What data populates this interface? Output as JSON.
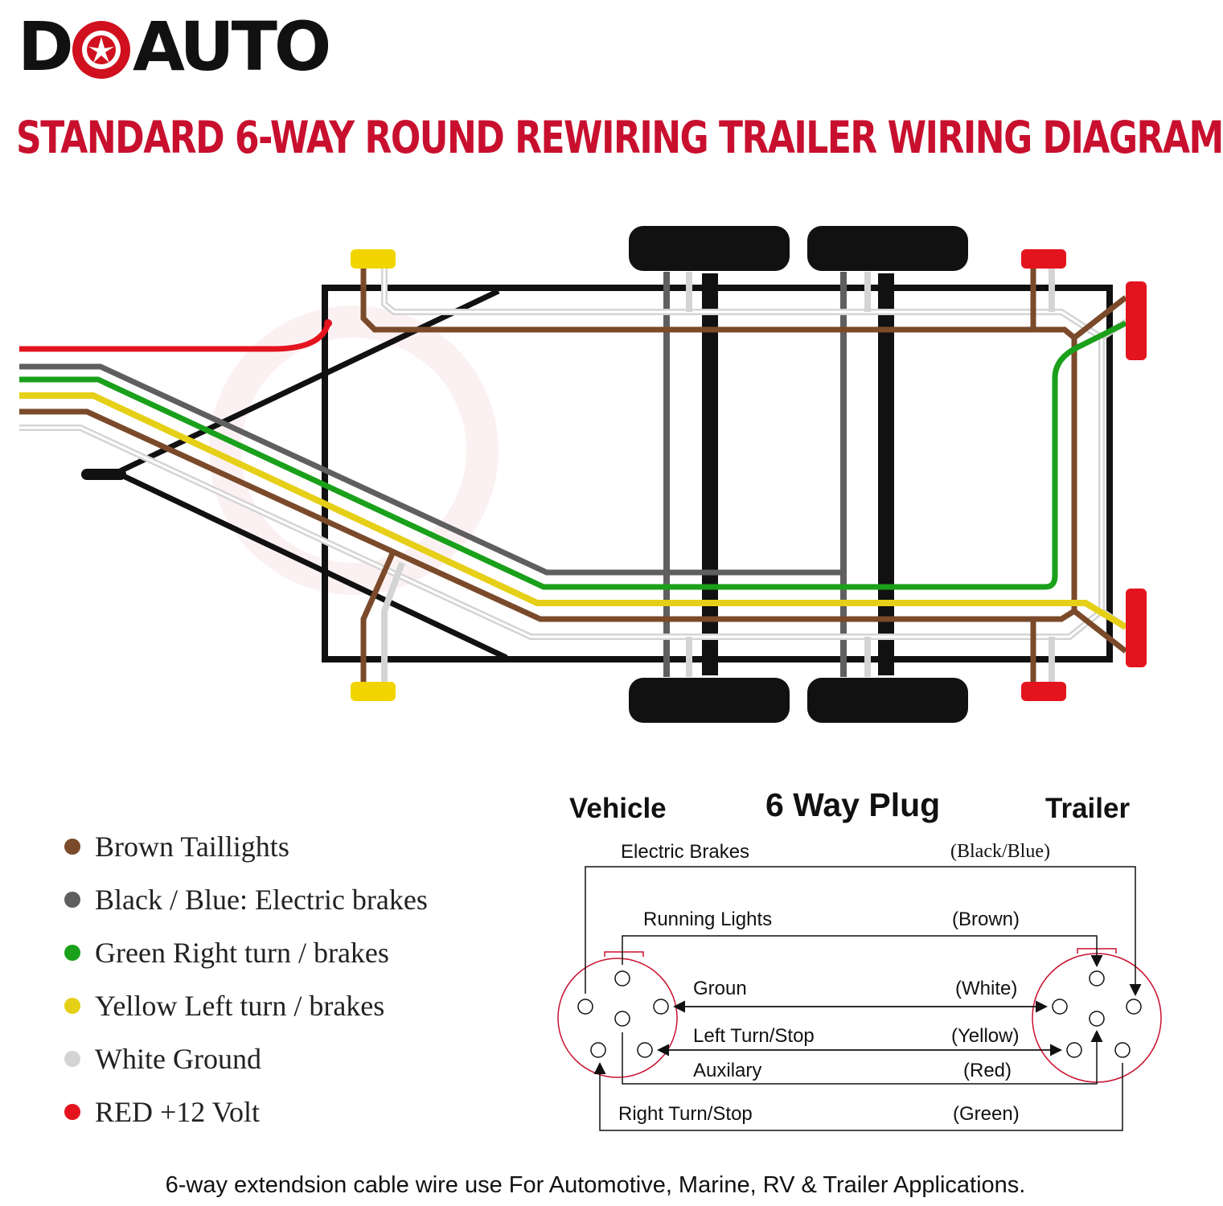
{
  "brand": {
    "d_letter": "D",
    "rest": "AUTO",
    "accent_color": "#d0101e"
  },
  "title": "STANDARD 6-WAY ROUND REWIRING TRAILER WIRING DIAGRAM",
  "legend": [
    {
      "label": "Brown Taillights",
      "color": "#7a4a2a"
    },
    {
      "label": "Black / Blue: Electric brakes",
      "color": "#5f5f5f"
    },
    {
      "label": "Green Right turn / brakes",
      "color": "#1aa01a"
    },
    {
      "label": "Yellow Left turn / brakes",
      "color": "#e6cf17"
    },
    {
      "label": "White Ground",
      "color": "#d4d4d4"
    },
    {
      "label": "RED +12 Volt",
      "color": "#e3141e"
    }
  ],
  "plug": {
    "vehicle": "Vehicle",
    "heading": "6 Way Plug",
    "trailer": "Trailer",
    "pins": [
      {
        "function": "Electric Brakes",
        "color": "(Black/Blue)"
      },
      {
        "function": "Running Lights",
        "color": "(Brown)"
      },
      {
        "function": "Groun",
        "color": "(White)"
      },
      {
        "function": "Left Turn/Stop",
        "color": "(Yellow)"
      },
      {
        "function": "Auxilary",
        "color": "(Red)"
      },
      {
        "function": "Right Turn/Stop",
        "color": "(Green)"
      }
    ]
  },
  "footer": "6-way extendsion cable wire use For Automotive, Marine, RV & Trailer Applications."
}
